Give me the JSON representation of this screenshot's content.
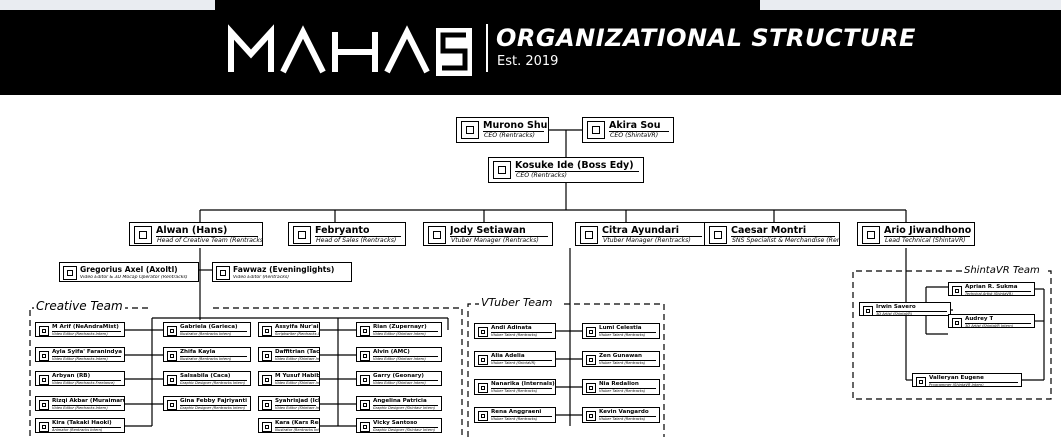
{
  "header": {
    "logo_text": "MAHA5",
    "title": "ORGANIZATIONAL STRUCTURE",
    "subtitle": "Est. 2019"
  },
  "teams": {
    "creative": "Creative Team",
    "vtuber": "VTuber Team",
    "shintavr": "ShintaVR Team"
  },
  "top": [
    {
      "name": "Murono Shu",
      "role": "CEO (Rentracks)",
      "icon": "necktie-icon"
    },
    {
      "name": "Akira Sou",
      "role": "CEO (ShintaVR)",
      "icon": "necktie-icon"
    },
    {
      "name": "Kosuke Ide (Boss Edy)",
      "role": "CEO (Rentracks)",
      "icon": "necktie-icon"
    }
  ],
  "heads": [
    {
      "name": "Alwan (Hans)",
      "role": "Head of Creative Team (Rentracks)",
      "icon": "gears-icon"
    },
    {
      "name": "Febryanto",
      "role": "Head of Sales (Rentracks)",
      "icon": "chart-icon"
    },
    {
      "name": "Jody Setiawan",
      "role": "Vtuber Manager (Rentracks)",
      "icon": "calendar-icon"
    },
    {
      "name": "Citra Ayundari",
      "role": "Vtuber Manager (Rentracks)",
      "icon": "calendar-icon"
    },
    {
      "name": "Caesar Montri",
      "role": "SNS Specialist & Merchandise (Rentracks)",
      "icon": "network-icon"
    },
    {
      "name": "Ario Jiwandhono",
      "role": "Lead Technical (ShintaVR)",
      "icon": "tech-gear-icon"
    }
  ],
  "editors": [
    {
      "name": "Gregorius Axel (Axoltl)",
      "role": "Video Editor & 3D Mocap Operator (Rentracks)",
      "icon": "clapper-icon"
    },
    {
      "name": "Fawwaz (Eveninglights)",
      "role": "Video Editor (Rentracks)",
      "icon": "clapper-icon"
    }
  ],
  "creative": [
    {
      "name": "M Arif (NeAndraMist)",
      "role": "Video Editor (Rentracks Intern)",
      "icon": "clapper-icon"
    },
    {
      "name": "Ayla Syifa' Faranindya",
      "role": "Video Editor (Rentracks Intern)",
      "icon": "clapper-icon"
    },
    {
      "name": "Arbyan (RB)",
      "role": "Video Editor (Rentracks Freelance)",
      "icon": "clapper-icon"
    },
    {
      "name": "Rizqi Akbar (Muraimaru)",
      "role": "Video Editor (Rentracks Intern)",
      "icon": "clapper-icon"
    },
    {
      "name": "Kira (Takaki Haoki)",
      "role": "Animator (Rentracks Intern)",
      "icon": "clapper-icon"
    },
    {
      "name": "Gabriela (Garieca)",
      "role": "Illustrator (Rentracks Intern)",
      "icon": "palette-icon"
    },
    {
      "name": "Zhifa Kayla",
      "role": "Illustrator (Rentracks Intern)",
      "icon": "palette-icon"
    },
    {
      "name": "Salsabila (Caca)",
      "role": "Graphic Designer (Rentracks Intern)",
      "icon": "design-icon"
    },
    {
      "name": "Gina Febby Fajriyanti",
      "role": "Graphic Designer (Rentracks Intern)",
      "icon": "design-icon"
    },
    {
      "name": "Assyifa Nur'aini",
      "role": "Scriptwriter (Rentracks Intern)",
      "icon": "script-icon"
    },
    {
      "name": "Daffitrian (Tactical)",
      "role": "Video Editor (Shintavr Intern)",
      "icon": "clapper-icon"
    },
    {
      "name": "M Yusuf Habibie",
      "role": "Video Editor (Shintavr Intern)",
      "icon": "clapper-icon"
    },
    {
      "name": "Syahrisjad (Ichad)",
      "role": "Video Editor (Shintavr Intern)",
      "icon": "clapper-icon"
    },
    {
      "name": "Kara (Kars Real)",
      "role": "Illustrator (Rentracks Intern)",
      "icon": "palette-icon"
    },
    {
      "name": "Rian (Zupernayr)",
      "role": "Video Editor (Shintavr Intern)",
      "icon": "clapper-icon"
    },
    {
      "name": "Alvin (AMC)",
      "role": "Video Editor (Shintavr Intern)",
      "icon": "clapper-icon"
    },
    {
      "name": "Garry (Geonary)",
      "role": "Video Editor (Shintavr Intern)",
      "icon": "clapper-icon"
    },
    {
      "name": "Angelina Patricia",
      "role": "Graphic Designer (Shintavr Intern)",
      "icon": "design-icon"
    },
    {
      "name": "Vicky Santoso",
      "role": "Graphic Designer (Shintavr Intern)",
      "icon": "design-icon"
    }
  ],
  "vtubers": [
    {
      "name": "Andi Adinata",
      "role": "Vtuber Talent (Rentracks)",
      "icon": "snowflake-icon"
    },
    {
      "name": "Alia Adelia",
      "role": "Vtuber Talent (ShintaVR)",
      "icon": "star-icon"
    },
    {
      "name": "Nanarika (Internals)",
      "role": "Vtuber Talent (Rentracks)",
      "icon": "headphones-icon"
    },
    {
      "name": "Rena Anggraeni",
      "role": "Vtuber Talent (Rentracks)",
      "icon": "bowl-icon"
    },
    {
      "name": "Lumi Celestia",
      "role": "Vtuber Talent (Rentracks)",
      "icon": "snowflake-icon"
    },
    {
      "name": "Zen Gunawan",
      "role": "Vtuber Talent (Rentracks)",
      "icon": "ornament-icon"
    },
    {
      "name": "Nia Redalion",
      "role": "Vtuber Talent (Rentracks)",
      "icon": "flower-icon"
    },
    {
      "name": "Kevin Vangardo",
      "role": "Vtuber Talent (Rentracks)",
      "icon": "cloud-icon"
    }
  ],
  "shinta": [
    {
      "name": "Irwin Savero",
      "role": "3D Artist (ShintaVR)",
      "icon": "tech-gear-icon"
    },
    {
      "name": "Aprian R. Sukma",
      "role": "Technical Artist (ShintaVR)",
      "icon": "tech-gear-icon"
    },
    {
      "name": "Audrey T",
      "role": "3D Artist (ShintaVR Intern)",
      "icon": "tech-gear-icon"
    },
    {
      "name": "Valleryan Eugene",
      "role": "Programmer (ShintaVR Intern)",
      "icon": "tech-gear-icon"
    }
  ]
}
